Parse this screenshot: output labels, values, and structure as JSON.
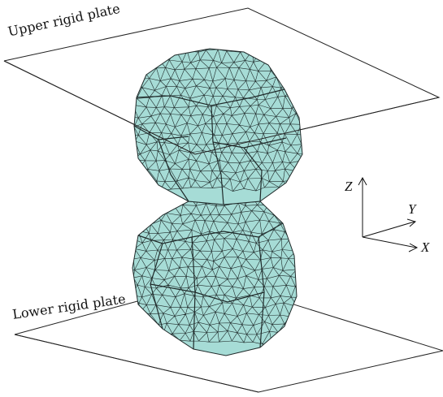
{
  "labels": {
    "upper_plate": "Upper rigid plate",
    "lower_plate": "Lower rigid plate"
  },
  "axes": {
    "z": "Z",
    "y": "Y",
    "x": "X"
  },
  "colors": {
    "mesh_fill": "#a6dcd6",
    "mesh_line": "#1f2a2a",
    "plate_line": "#222222",
    "text": "#111111"
  }
}
